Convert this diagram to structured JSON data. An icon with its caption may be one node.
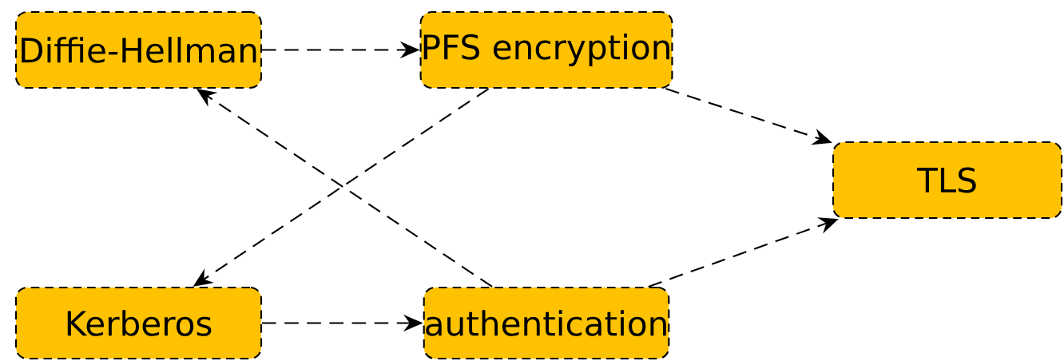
{
  "diagram": {
    "nodes": [
      {
        "text": [
          "Diffie-Hellman"
        ]
      },
      {
        "text": [
          "PFS encryption"
        ]
      },
      {
        "text": [
          "TLS"
        ]
      },
      {
        "text": [
          "Kerberos"
        ]
      },
      {
        "text": [
          "authentication"
        ]
      }
    ],
    "edges": [
      {
        "from": 0,
        "to": 1,
        "arrow": "to",
        "style": "dashed"
      },
      {
        "from": 1,
        "to": 2,
        "arrow": "to",
        "style": "dashed"
      },
      {
        "from": 1,
        "to": 3,
        "arrow": "to",
        "style": "dashed"
      },
      {
        "from": 4,
        "to": 0,
        "arrow": "to",
        "style": "dashed"
      },
      {
        "from": 3,
        "to": 4,
        "arrow": "to",
        "style": "dashed"
      },
      {
        "from": 4,
        "to": 2,
        "arrow": "to",
        "style": "dashed"
      }
    ]
  }
}
